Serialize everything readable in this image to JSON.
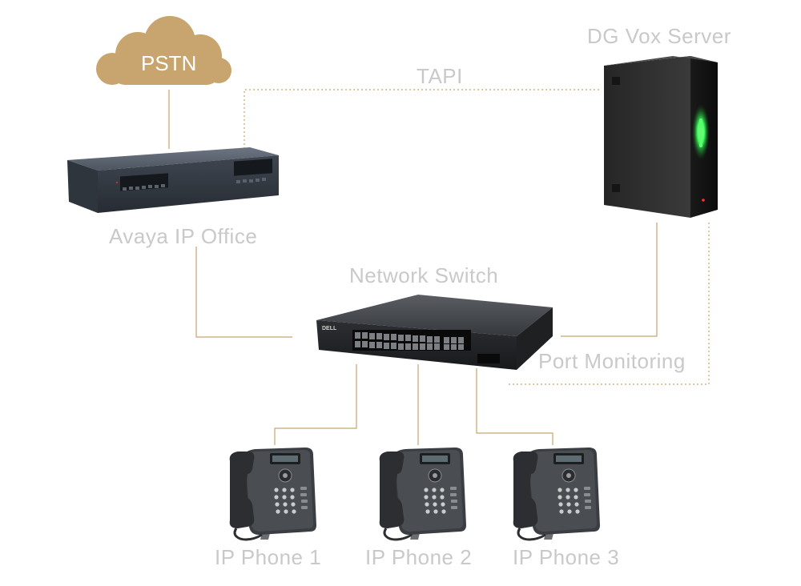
{
  "nodes": {
    "pstn": "PSTN",
    "server": "DG Vox Server",
    "pbx": "Avaya IP Office",
    "switch": "Network Switch",
    "phone1": "IP Phone 1",
    "phone2": "IP Phone 2",
    "phone3": "IP Phone 3"
  },
  "links": {
    "tapi": "TAPI",
    "port_monitoring": "Port Monitoring"
  },
  "colors": {
    "link": "#c8a46e",
    "cloud": "#c8a46e",
    "label": "#c9c9c9",
    "server_led": "#3dff5a"
  },
  "icons": {
    "pstn": "cloud-icon",
    "server": "server-tower-icon",
    "pbx": "pbx-rack-icon",
    "switch": "network-switch-icon",
    "phone": "desk-phone-icon"
  }
}
